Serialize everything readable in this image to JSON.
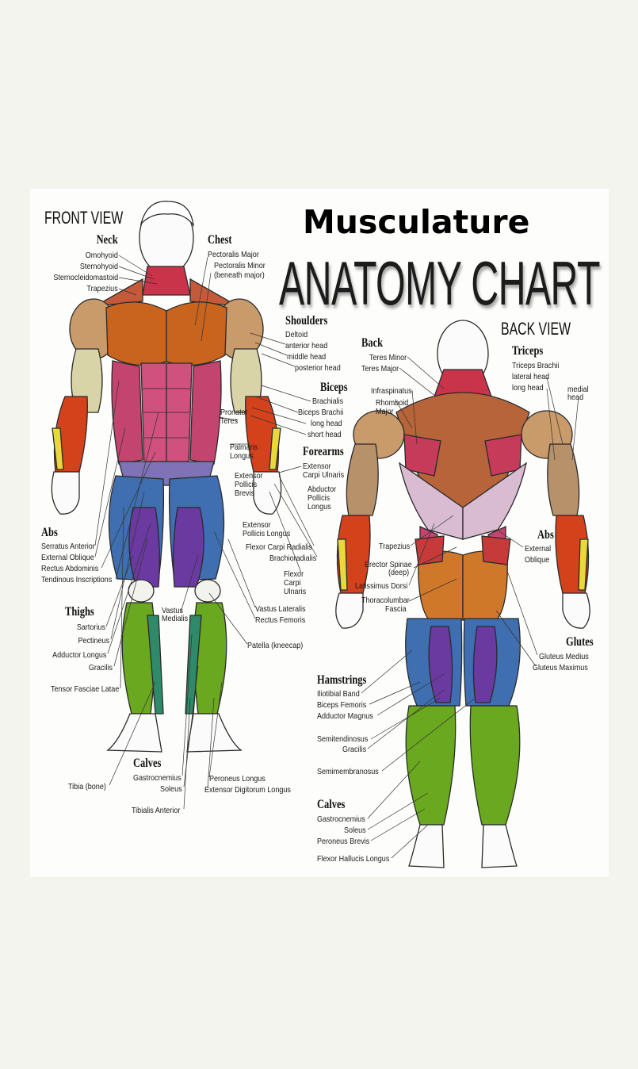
{
  "titles": {
    "top": "Musculature",
    "main": "ANATOMY CHART",
    "front_view": "FRONT VIEW",
    "back_view": "BACK VIEW"
  },
  "front": {
    "neck": {
      "header": "Neck",
      "items": [
        "Omohyoid",
        "Sternohyoid",
        "Sternocleidomastoid",
        "Trapezius"
      ]
    },
    "chest": {
      "header": "Chest",
      "items": [
        "Pectoralis Major",
        "Pectoralis Minor",
        "(beneath major)"
      ]
    },
    "shoulders": {
      "header": "Shoulders",
      "items": [
        "Deltoid",
        "anterior head",
        "middle head",
        "posterior head"
      ]
    },
    "biceps": {
      "header": "Biceps",
      "items": [
        "Brachialis",
        "Biceps Brachii",
        "long head",
        "short head"
      ]
    },
    "pronator": [
      "Pronator",
      "Teres"
    ],
    "palmaris": [
      "Palmaris",
      "Longus"
    ],
    "forearms": {
      "header": "Forearms",
      "items": [
        "Extensor",
        "Carpi Ulnaris"
      ]
    },
    "ext_pollicis_brevis": [
      "Extensor",
      "Pollicis",
      "Brevis"
    ],
    "abductor": [
      "Abductor",
      "Pollicis",
      "Longus"
    ],
    "ext_pollicis_longus": [
      "Extensor",
      "Pollicis Longus"
    ],
    "flexor_carpi_radialis": "Flexor Carpi Radialis",
    "brachioradialis": "Brachioradialis",
    "flexor_carpi_ulnaris": [
      "Flexor",
      "Carpi",
      "Ulnaris"
    ],
    "abs": {
      "header": "Abs",
      "items": [
        "Serratus Anterior",
        "External Oblique",
        "Rectus Abdominis",
        "Tendinous Inscriptions"
      ]
    },
    "thighs": {
      "header": "Thighs",
      "items": [
        "Sartorius",
        "Pectineus",
        "Adductor Longus",
        "Gracilis",
        "Tensor Fasciae Latae"
      ]
    },
    "vastus_medialis": [
      "Vastus",
      "Medialis"
    ],
    "vastus_lateralis": "Vastus Lateralis",
    "rectus_femoris": "Rectus Femoris",
    "patella": "Patella (kneecap)",
    "calves": {
      "header": "Calves",
      "items": [
        "Gastrocnemius",
        "Soleus"
      ]
    },
    "tibia": "Tibia (bone)",
    "peroneus_longus": "Peroneus Longus",
    "ext_digitorum": "Extensor Digitorum Longus",
    "tibialis": "Tibialis Anterior"
  },
  "back": {
    "back": {
      "header": "Back",
      "items": [
        "Teres Minor",
        "Teres Major"
      ]
    },
    "infraspinatus": "Infraspinatus",
    "rhomboid": [
      "Rhomboid",
      "Major"
    ],
    "triceps": {
      "header": "Triceps",
      "items": [
        "Triceps Brachii",
        "lateral head",
        "long head"
      ]
    },
    "medial_head": [
      "medial",
      "head"
    ],
    "abs": {
      "header": "Abs",
      "items": [
        "External",
        "Oblique"
      ]
    },
    "trapezius": "Trapezius",
    "erector": [
      "Erector Spinae",
      "(deep)"
    ],
    "latissimus": "Latissimus Dorsi",
    "thoracolumbar": [
      "Thoracolumbar",
      "Fascia"
    ],
    "glutes": {
      "header": "Glutes",
      "items": [
        "Gluteus Medius",
        "Gluteus Maximus"
      ]
    },
    "hamstrings": {
      "header": "Hamstrings",
      "items": [
        "Iliotibial Band",
        "Biceps Femoris",
        "Adductor Magnus"
      ]
    },
    "semitendinosus": "Semitendinosus",
    "gracilis": "Gracilis",
    "semimembranosus": "Semimembranosus",
    "calves": {
      "header": "Calves",
      "items": [
        "Gastrocnemius",
        "Soleus",
        "Peroneus Brevis",
        "Flexor Hallucis Longus"
      ]
    }
  },
  "colors": {
    "background": "#f4f4ef",
    "panel": "#ffffff",
    "skin_outline": "#2a2a2a",
    "pectoral": "#c8641e",
    "deltoid": "#c99a6a",
    "abs": "#b8386a",
    "quads": "#3f6fb0",
    "adductors": "#7a4aa8",
    "calves": "#6aa820",
    "forearm": "#d4421c",
    "back_upper": "#b8643a",
    "latissimus": "#d9bcd2",
    "glutes": "#d0782a"
  }
}
